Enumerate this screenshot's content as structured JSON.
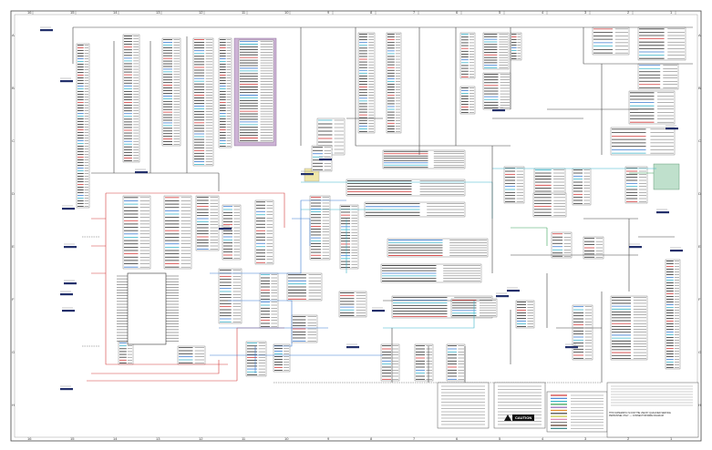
{
  "diagram": {
    "title_block": {
      "lines": [
        "THIS SCHEMATIC IS FOR THE USE BY QUALIFIED SERVICE",
        "PERSONNEL ONLY. — CONNECTOR/WIRE DIAGRAM",
        "",
        ""
      ]
    },
    "caution_label": "CAUTION",
    "border_numbers": [
      "16",
      "15",
      "14",
      "13",
      "12",
      "11",
      "10",
      "9",
      "8",
      "7",
      "6",
      "5",
      "4",
      "3",
      "2",
      "1"
    ],
    "border_letters": [
      "A",
      "B",
      "C",
      "D",
      "E",
      "F",
      "G",
      "H"
    ],
    "colors": {
      "wire_red": "#d23a3a",
      "wire_blue": "#3b7bd1",
      "wire_cyan": "#39b3c9",
      "wire_black": "#333333",
      "wire_green": "#3aa35a",
      "purple_panel": "#cdb3d6",
      "green_panel": "#bfe0cc",
      "yellow_panel": "#efe6a8",
      "connector_navy": "#23306b"
    }
  }
}
